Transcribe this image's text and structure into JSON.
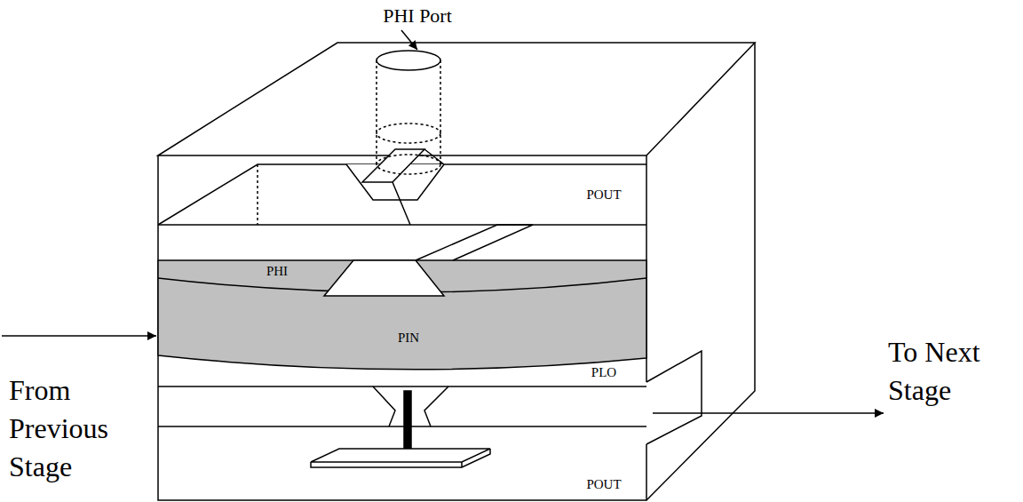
{
  "diagram": {
    "labels": [
      "PHI Port",
      "POUT",
      "PHI",
      "PIN",
      "PLO",
      "POUT",
      "From Previous Stage",
      "To Next Stage"
    ]
  }
}
